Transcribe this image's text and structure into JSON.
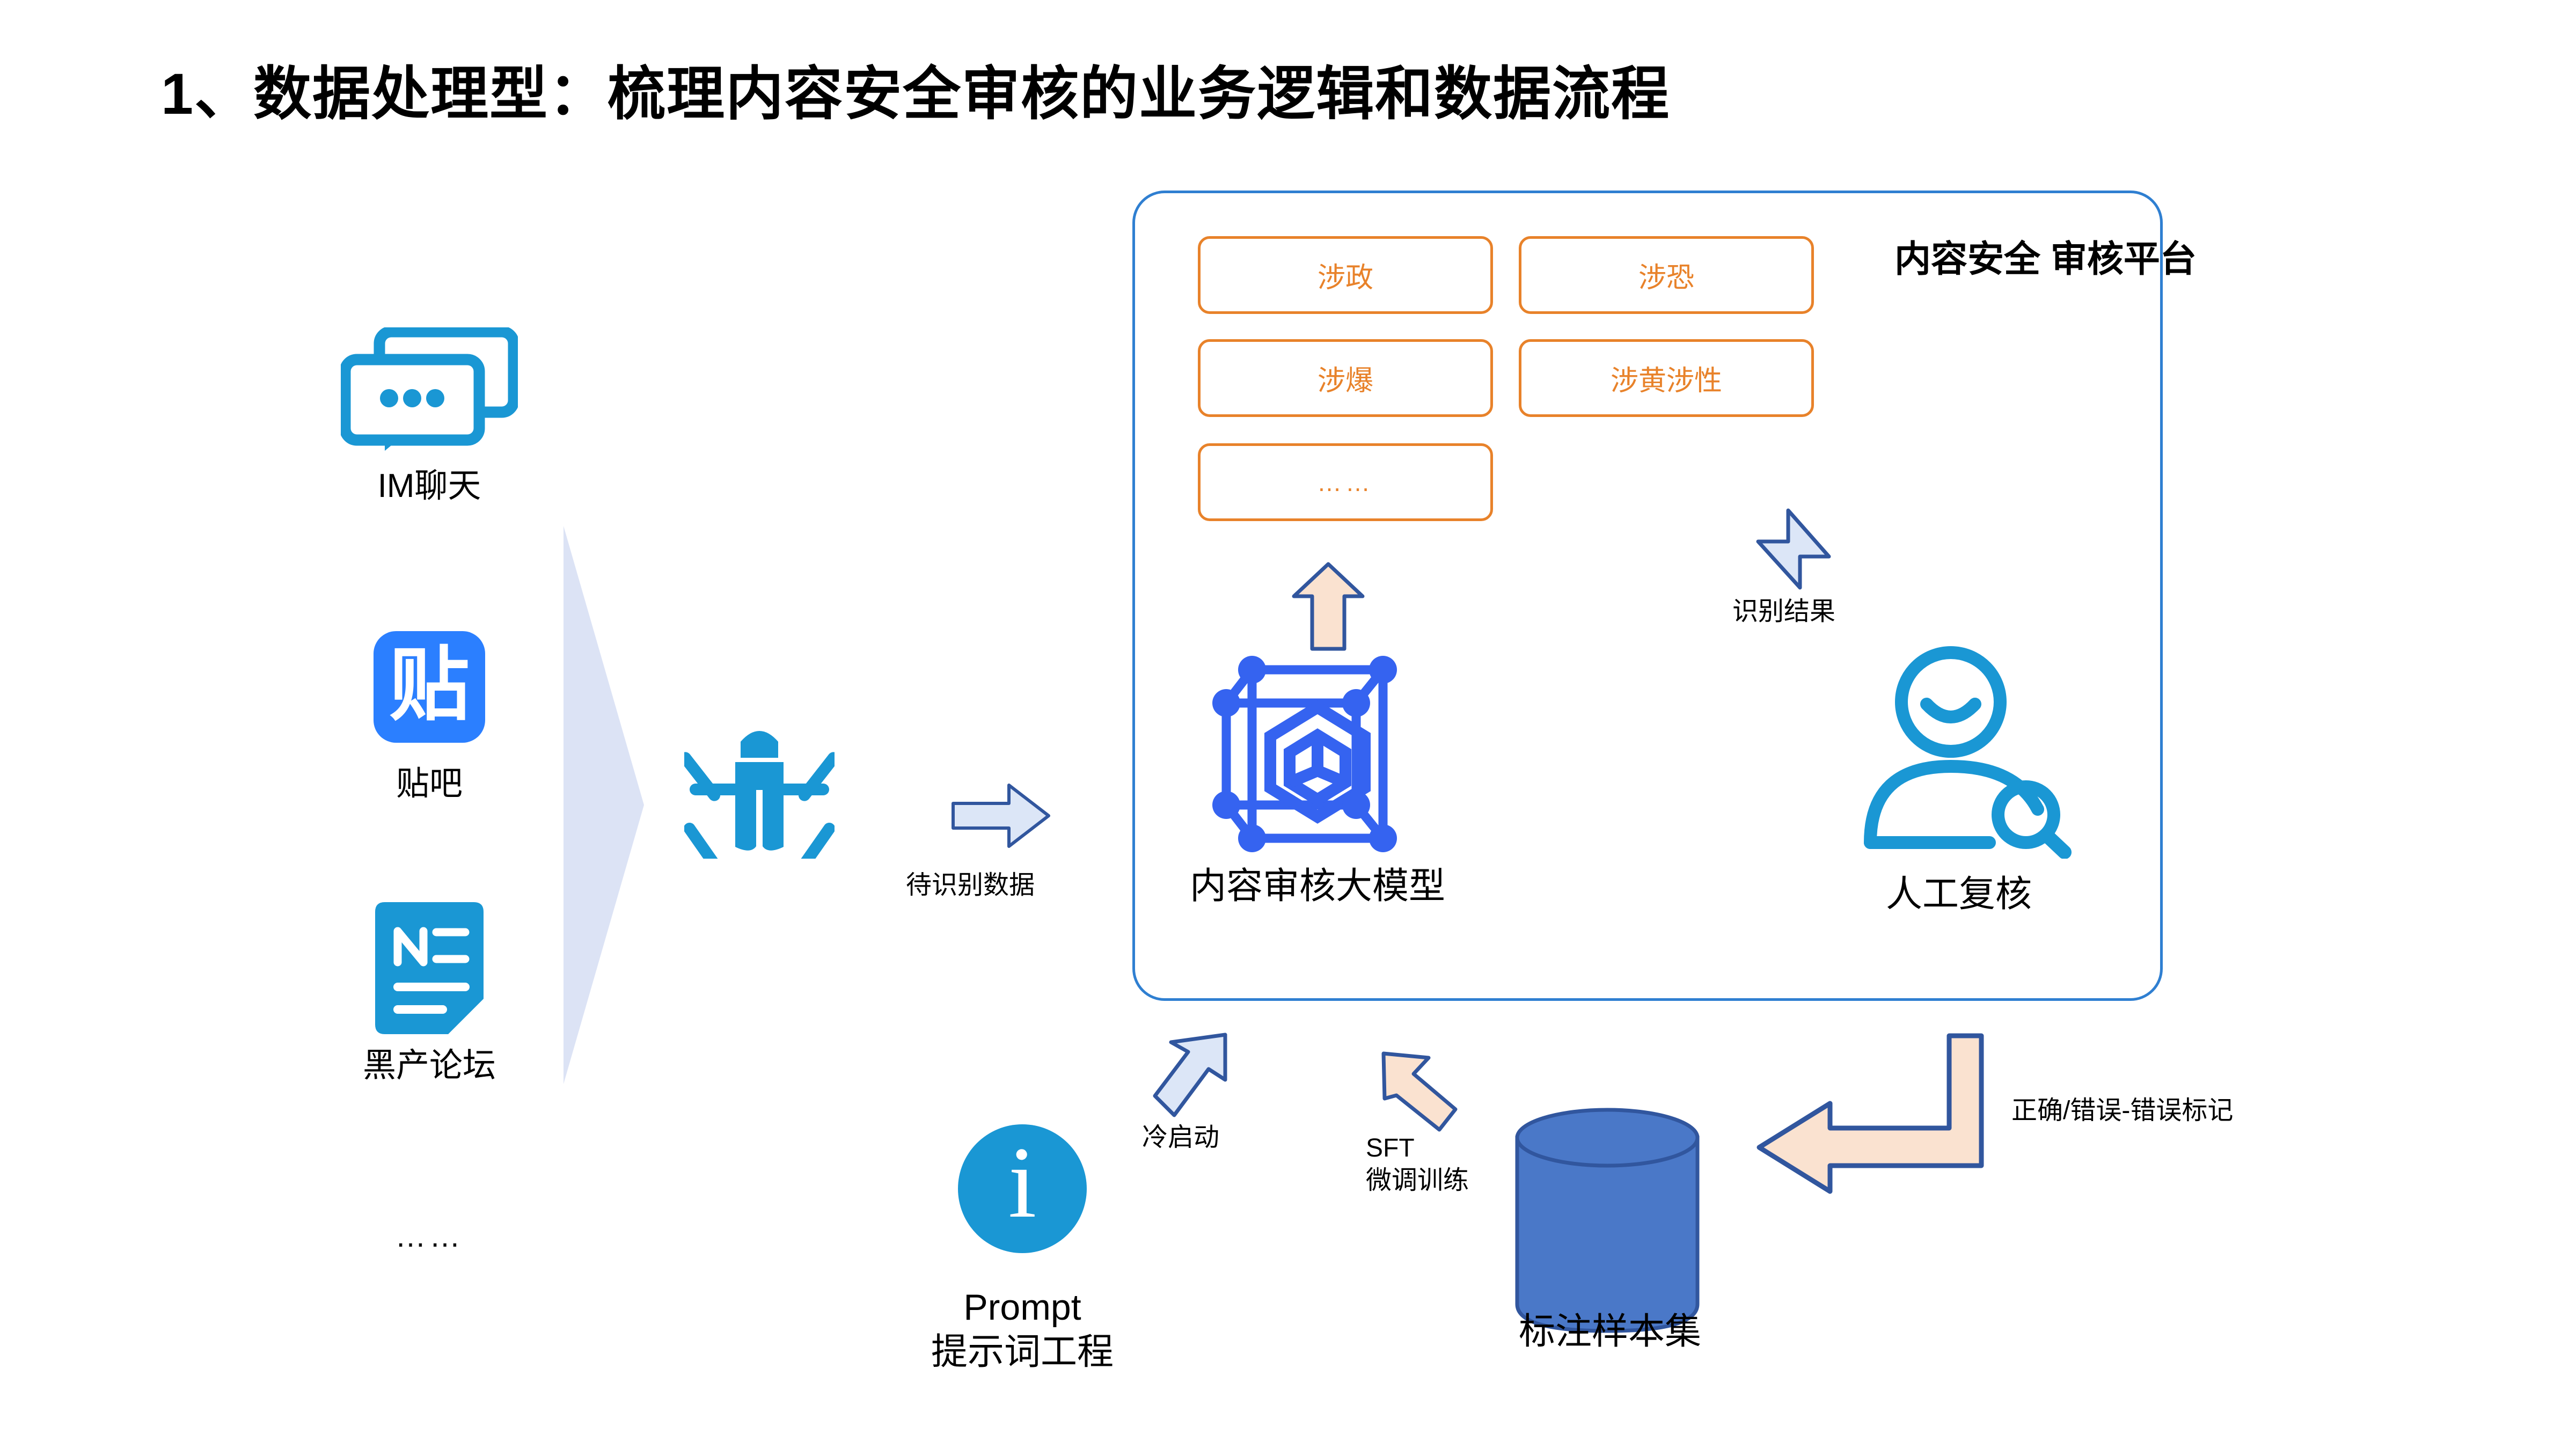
{
  "page": {
    "title": "1、数据处理型：梳理内容安全审核的业务逻辑和数据流程"
  },
  "sources": {
    "items": [
      {
        "label": "IM聊天",
        "icon": "chat-bubbles-icon"
      },
      {
        "label": "贴吧",
        "icon": "tieba-logo-icon",
        "glyph": "贴"
      },
      {
        "label": "黑产论坛",
        "icon": "news-document-icon"
      }
    ],
    "ellipsis": "……"
  },
  "crawler": {
    "icon": "bug-icon",
    "arrow_label": "待识别数据"
  },
  "platform": {
    "title": "内容安全\n审核平台",
    "categories": [
      {
        "label": "涉政"
      },
      {
        "label": "涉恐"
      },
      {
        "label": "涉爆"
      },
      {
        "label": "涉黄涉性"
      },
      {
        "label": "……"
      }
    ]
  },
  "model": {
    "label": "内容审核大模型",
    "icon": "model-network-cube-icon"
  },
  "review": {
    "label": "人工复核",
    "icon": "person-search-icon",
    "arrow_label": "识别结果"
  },
  "prompt": {
    "label": "Prompt\n提示词工程",
    "icon": "info-circle-icon",
    "arrow_label": "冷启动"
  },
  "dataset": {
    "label": "标注样本集",
    "icon": "database-cylinder-icon",
    "arrow_label": "SFT\n微调训练"
  },
  "feedback": {
    "arrow_label": "正确/错误-错误标记"
  },
  "colors": {
    "brand_blue": "#1a97d4",
    "model_blue": "#3563f0",
    "panel_blue": "#2f7fd1",
    "category_orange": "#e8822a",
    "arrow_fill_peach": "#fae2d0",
    "arrow_fill_ice": "#dce6f7",
    "arrow_stroke": "#31569e",
    "triangle_fill": "#dce3f5",
    "cylinder_fill": "#4a78c8"
  }
}
